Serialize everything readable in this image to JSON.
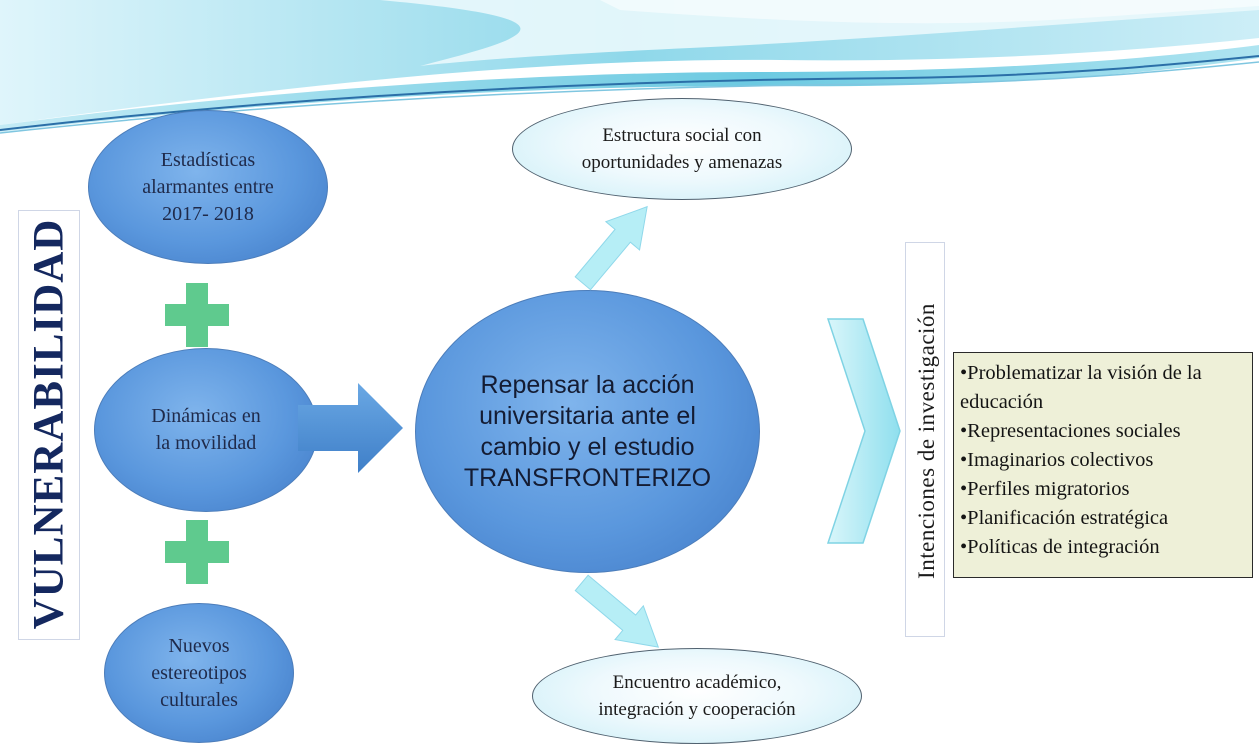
{
  "vertical_title": "VULNERABILIDAD",
  "left_column": [
    {
      "text_lines": [
        "Estadísticas",
        "alarmantes entre",
        "2017- 2018"
      ]
    },
    {
      "text_lines": [
        "Dinámicas en",
        "la movilidad"
      ]
    },
    {
      "text_lines": [
        "Nuevos",
        "estereotipos",
        "culturales"
      ]
    }
  ],
  "center": {
    "text_lines": [
      "Repensar la acción",
      "universitaria ante el",
      "cambio y el estudio",
      "TRANSFRONTERIZO"
    ]
  },
  "top_ellipse": {
    "text_lines": [
      "Estructura social con",
      "oportunidades y amenazas"
    ]
  },
  "bottom_ellipse": {
    "text_lines": [
      "Encuentro académico,",
      "integración y cooperación"
    ]
  },
  "intenciones_label": "Intenciones de investigación",
  "research_list": [
    "•Problematizar la visión de la educación",
    "•Representaciones sociales",
    "•Imaginarios colectivos",
    "•Perfiles migratorios",
    "•Planificación estratégica",
    "•Políticas de integración"
  ],
  "colors": {
    "blue_fill": "#5a97dd",
    "light_fill": "#c9eef7",
    "plus_green": "#5fca8e",
    "arrow_blue": "#4a8fd6",
    "arrow_cyan": "#b6eef6",
    "title_navy": "#14285f",
    "list_bg": "#eef0d8"
  }
}
